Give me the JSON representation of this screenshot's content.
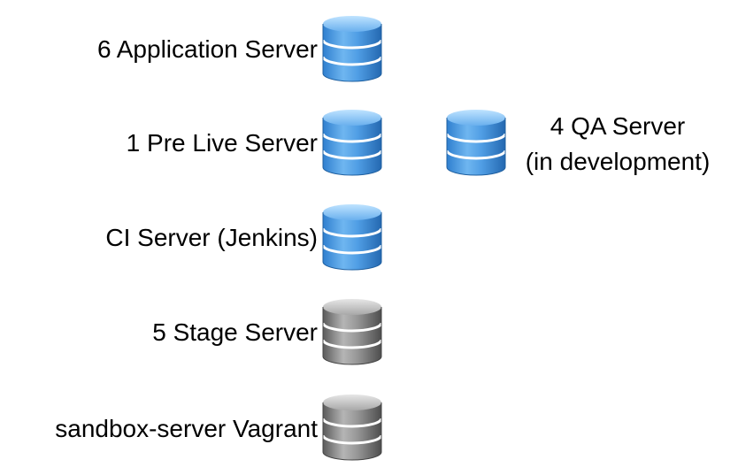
{
  "colors": {
    "active": "blue",
    "inactive": "gray"
  },
  "servers": [
    {
      "label": "6 Application Server",
      "color": "blue",
      "icon": "database-icon"
    },
    {
      "label": "1 Pre Live Server",
      "color": "blue",
      "icon": "database-icon"
    },
    {
      "label": "CI Server (Jenkins)",
      "color": "blue",
      "icon": "database-icon"
    },
    {
      "label": "5 Stage Server",
      "color": "gray",
      "icon": "database-icon"
    },
    {
      "label": "sandbox-server Vagrant",
      "color": "gray",
      "icon": "database-icon"
    }
  ],
  "qa_server": {
    "line1": "4 QA Server",
    "line2": "(in development)",
    "color": "blue",
    "icon": "database-icon"
  }
}
